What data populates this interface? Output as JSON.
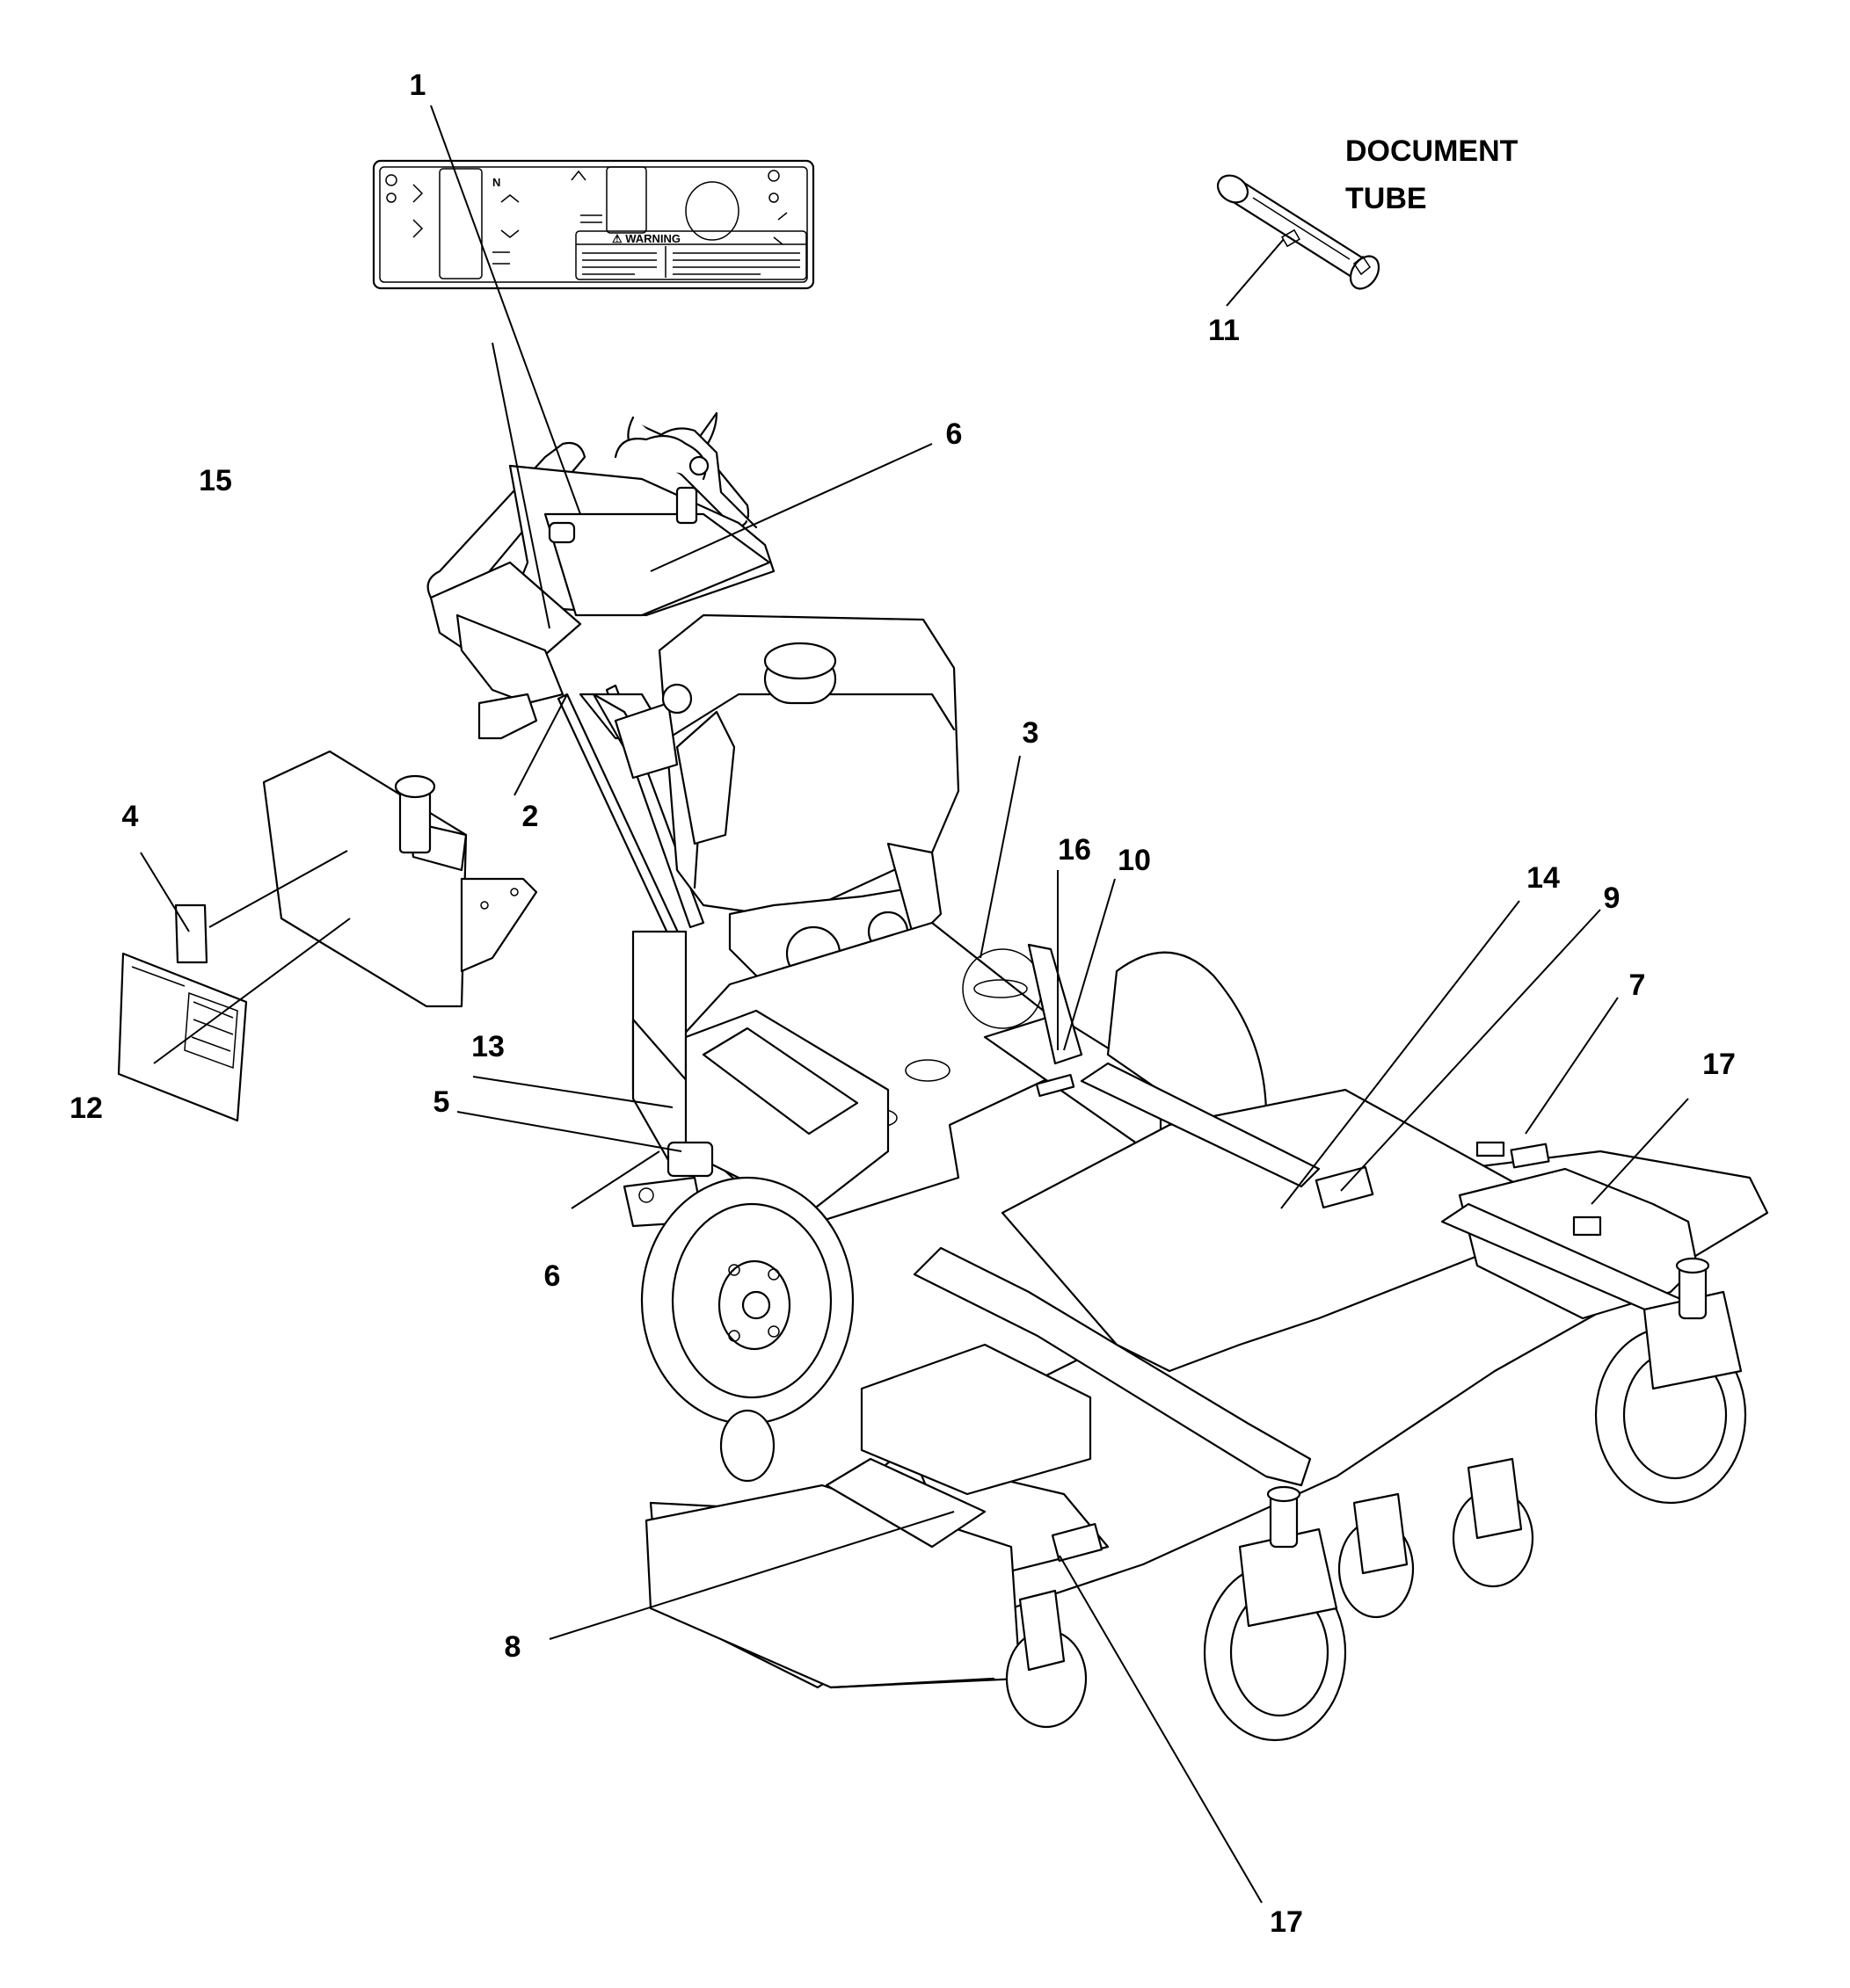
{
  "heading": {
    "line1": "DOCUMENT",
    "line2": "TUBE"
  },
  "decal": {
    "warning": "⚠ WARNING",
    "letter_n": "N"
  },
  "callouts": [
    {
      "id": "c1",
      "label": "1"
    },
    {
      "id": "c2",
      "label": "2"
    },
    {
      "id": "c3",
      "label": "3"
    },
    {
      "id": "c4",
      "label": "4"
    },
    {
      "id": "c5",
      "label": "5"
    },
    {
      "id": "c6a",
      "label": "6"
    },
    {
      "id": "c6b",
      "label": "6"
    },
    {
      "id": "c7",
      "label": "7"
    },
    {
      "id": "c8",
      "label": "8"
    },
    {
      "id": "c9",
      "label": "9"
    },
    {
      "id": "c10",
      "label": "10"
    },
    {
      "id": "c11",
      "label": "11"
    },
    {
      "id": "c12",
      "label": "12"
    },
    {
      "id": "c13",
      "label": "13"
    },
    {
      "id": "c14",
      "label": "14"
    },
    {
      "id": "c15",
      "label": "15"
    },
    {
      "id": "c16",
      "label": "16"
    },
    {
      "id": "c17a",
      "label": "17"
    },
    {
      "id": "c17b",
      "label": "17"
    }
  ]
}
